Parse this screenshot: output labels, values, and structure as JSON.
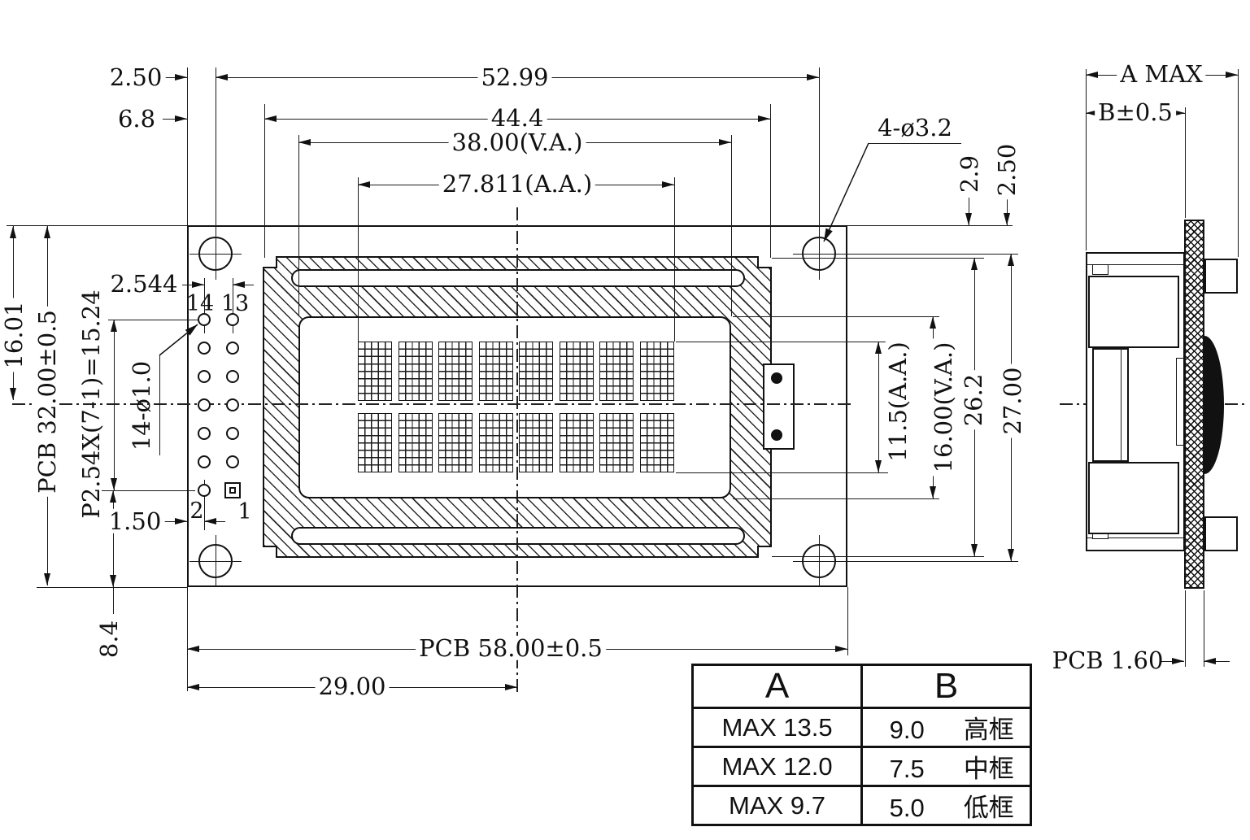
{
  "front_view": {
    "top_dims": {
      "edge_to_hole": "2.50",
      "hole_span": "52.99",
      "edge_to_bezel": "6.8",
      "bezel_width": "44.4",
      "viewing_area_width": "38.00(V.A.)",
      "active_area_width": "27.811(A.A.)"
    },
    "left_dims": {
      "top_to_center": "16.01",
      "pcb_height": "PCB 32.00±0.5",
      "pin_span": "P2.54X(7-1)=15.24",
      "pin_hole_note": "14-ø1.0",
      "pin_col_pitch": "2.544",
      "edge_to_pin": "1.50",
      "pin_to_bottom_edge": "8.4"
    },
    "right_dims": {
      "mount_hole_note": "4-ø3.2",
      "edge_to_bezel_gap": "2.9",
      "edge_to_hole": "2.50",
      "active_area_height": "11.5(A.A.)",
      "viewing_area_height": "16.00(V.A.)",
      "bezel_height": "26.2",
      "hole_span_vertical": "27.00"
    },
    "bottom_dims": {
      "pcb_width": "PCB 58.00±0.5",
      "half_width": "29.00"
    },
    "pin_labels": {
      "pin14": "14",
      "pin13": "13",
      "pin2": "2",
      "pin1": "1"
    }
  },
  "side_view": {
    "depth_max": "A MAX",
    "frame_depth": "B±0.5",
    "pcb_thickness": "PCB 1.60"
  },
  "table": {
    "col_a": "A",
    "col_b": "B",
    "rows": [
      {
        "a": "MAX 13.5",
        "b_value": "9.0",
        "b_label": "高框"
      },
      {
        "a": "MAX 12.0",
        "b_value": "7.5",
        "b_label": "中框"
      },
      {
        "a": "MAX  9.7",
        "b_value": "5.0",
        "b_label": "低框"
      }
    ]
  }
}
